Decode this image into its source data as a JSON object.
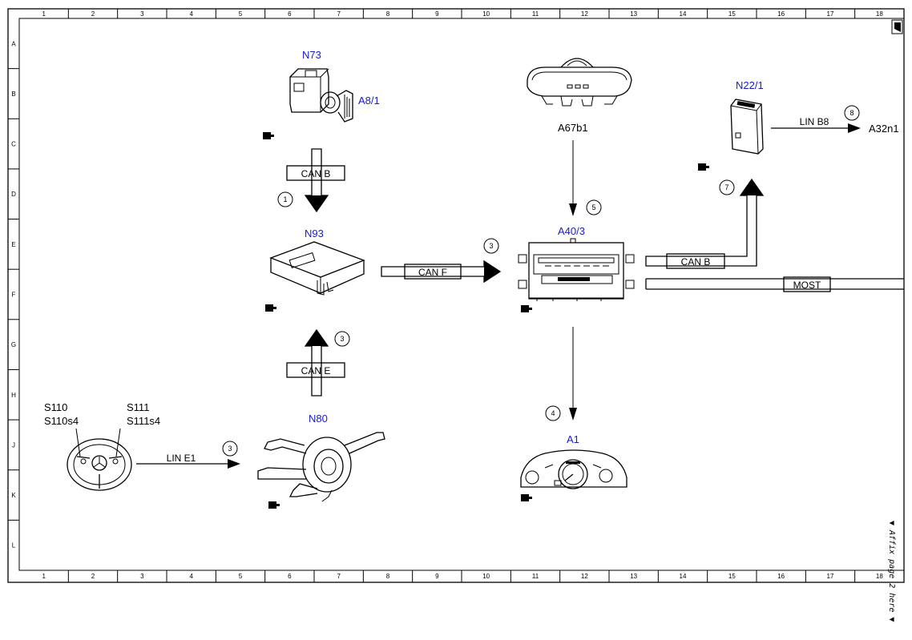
{
  "grid": {
    "columns": [
      "1",
      "2",
      "3",
      "4",
      "5",
      "6",
      "7",
      "8",
      "9",
      "10",
      "11",
      "12",
      "13",
      "14",
      "15",
      "16",
      "17",
      "18"
    ],
    "rows": [
      "A",
      "B",
      "C",
      "D",
      "E",
      "F",
      "G",
      "H",
      "J",
      "K",
      "L"
    ]
  },
  "components": {
    "n73": "N73",
    "a8_1": "A8/1",
    "a67b1": "A67b1",
    "n22_1": "N22/1",
    "a32n1": "A32n1",
    "n93": "N93",
    "a40_3": "A40/3",
    "n80": "N80",
    "a1": "A1",
    "s110": "S110",
    "s110s4": "S110s4",
    "s111": "S111",
    "s111s4": "S111s4"
  },
  "buses": {
    "can_b_top": "CAN B",
    "can_f": "CAN F",
    "can_e": "CAN E",
    "can_b_right": "CAN B",
    "most": "MOST",
    "lin_b8": "LIN B8",
    "lin_e1": "LIN E1"
  },
  "step_numbers": {
    "s1": "1",
    "s3_canf": "3",
    "s3_cane": "3",
    "s3_line1": "3",
    "s4": "4",
    "s5": "5",
    "s7": "7",
    "s8": "8"
  },
  "side_note": "▼ Affix page 2 here ▼"
}
